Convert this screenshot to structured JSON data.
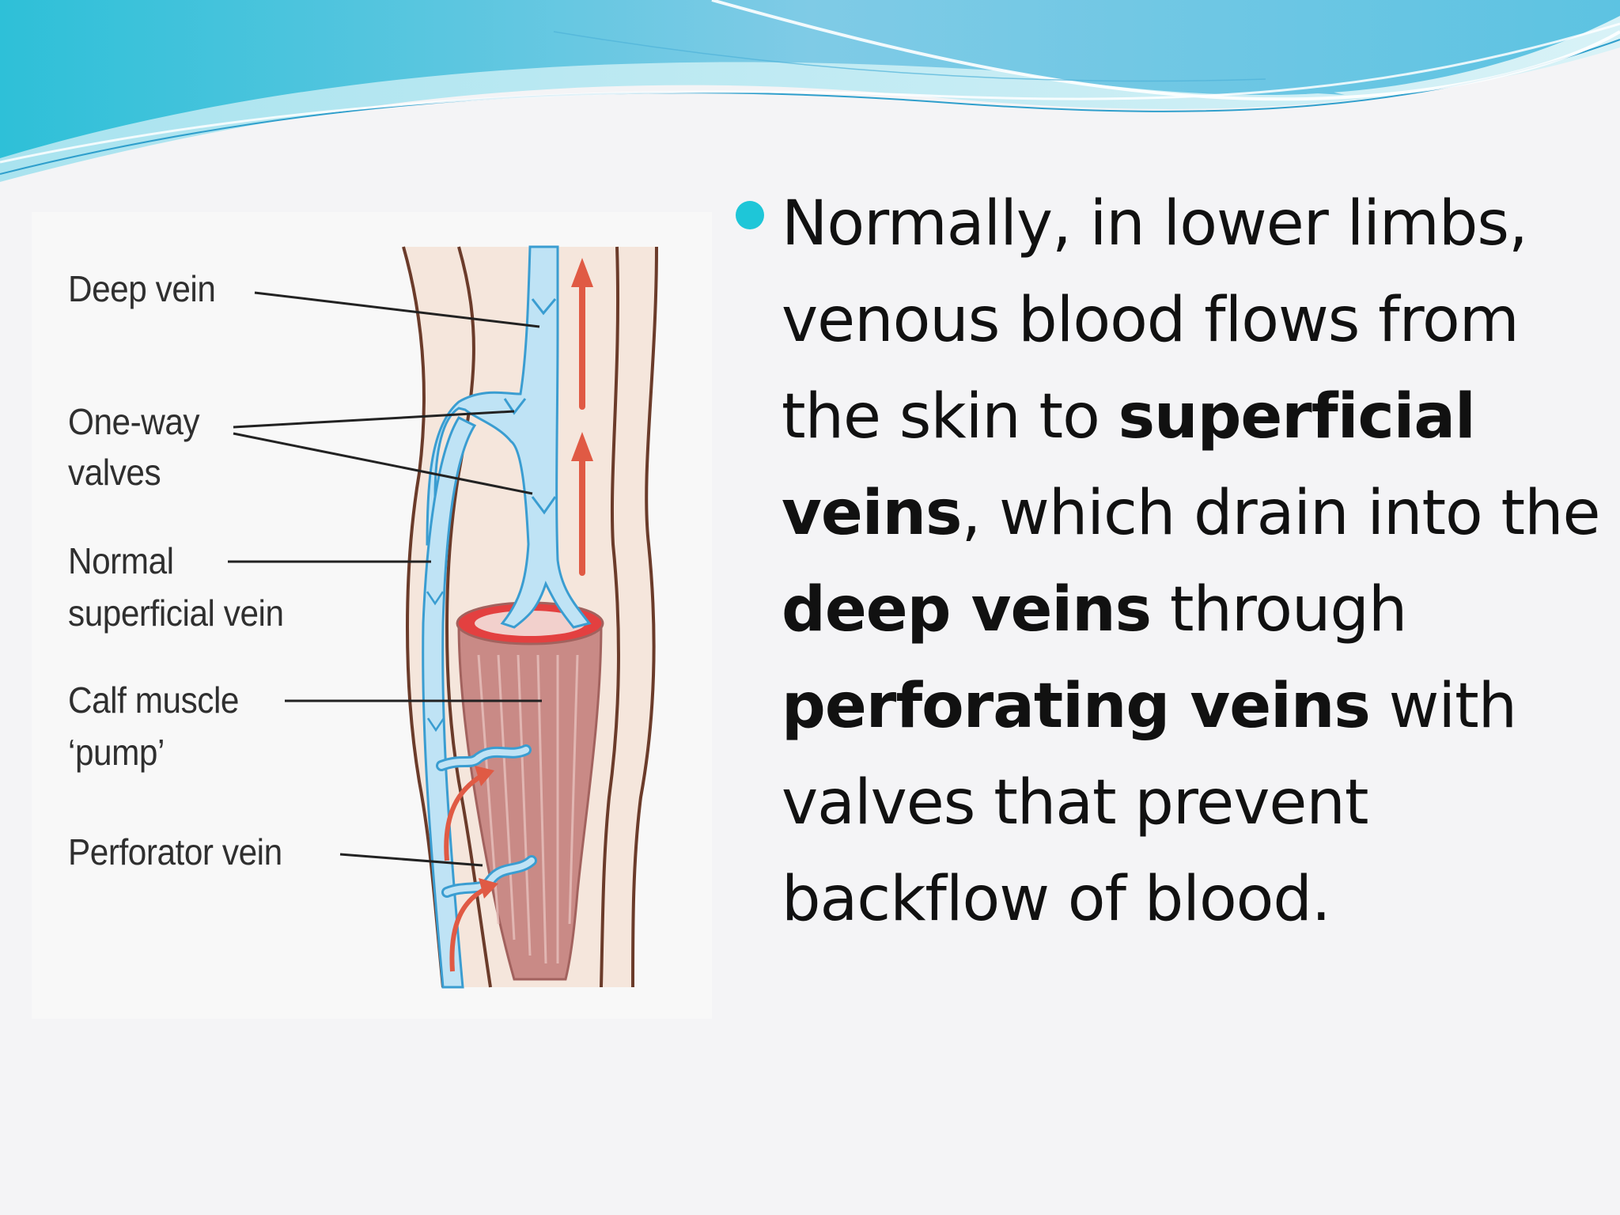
{
  "theme": {
    "background": "#f4f4f6",
    "wave_light": "#c9ecf2",
    "wave_mid": "#8fd3e6",
    "wave_dark": "#3fb6d6",
    "bullet_color": "#1ec6d8",
    "vein_fill": "#bfe3f5",
    "vein_stroke": "#3a9dd1",
    "muscle_fill": "#c98a86",
    "arrow_color": "#e05a44",
    "leg_outline": "#6b3b2a"
  },
  "diagram": {
    "labels": {
      "deep_vein": "Deep vein",
      "one_way_valves_line1": "One-way",
      "one_way_valves_line2": "valves",
      "normal_superficial_vein_line1": "Normal",
      "normal_superficial_vein_line2": "superficial vein",
      "calf_muscle_pump_line1": "Calf muscle",
      "calf_muscle_pump_line2": "‘pump’",
      "perforator_vein": "Perforator vein"
    }
  },
  "bullet": {
    "t1": "Normally, in lower limbs, venous blood flows from the skin to ",
    "b1": "superficial veins",
    "t2": ", which drain into the ",
    "b2": "deep veins",
    "t3": " through ",
    "b3": "perforating veins",
    "t4": " with valves that prevent backflow of blood."
  }
}
